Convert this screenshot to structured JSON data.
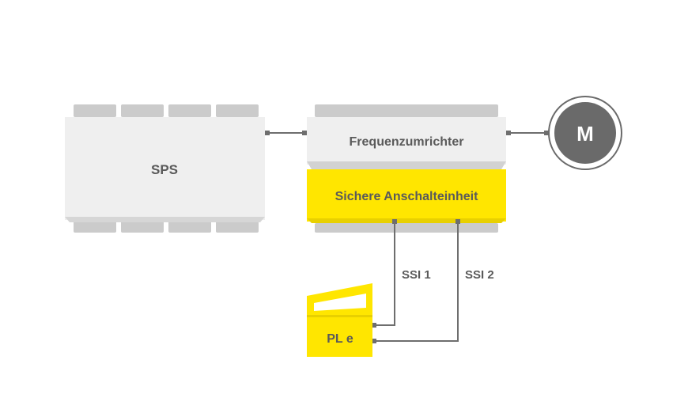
{
  "diagram": {
    "plc_label": "SPS",
    "inverter_label": "Frequenzumrichter",
    "safety_unit_label": "Sichere Anschalteinheit",
    "motor_label": "M",
    "safety_device_label": "PL e",
    "ssi1_label": "SSI 1",
    "ssi2_label": "SSI 2"
  },
  "colors": {
    "box_fill": "#efefef",
    "box_shade": "#d6d6d6",
    "connector_tab": "#cbcbcb",
    "accent_yellow": "#ffe600",
    "yellow_shade": "#e8d000",
    "line": "#6e6e6e",
    "label_text": "#5a5a5a",
    "motor_fill": "#6a6a6a",
    "motor_text": "#ffffff"
  }
}
